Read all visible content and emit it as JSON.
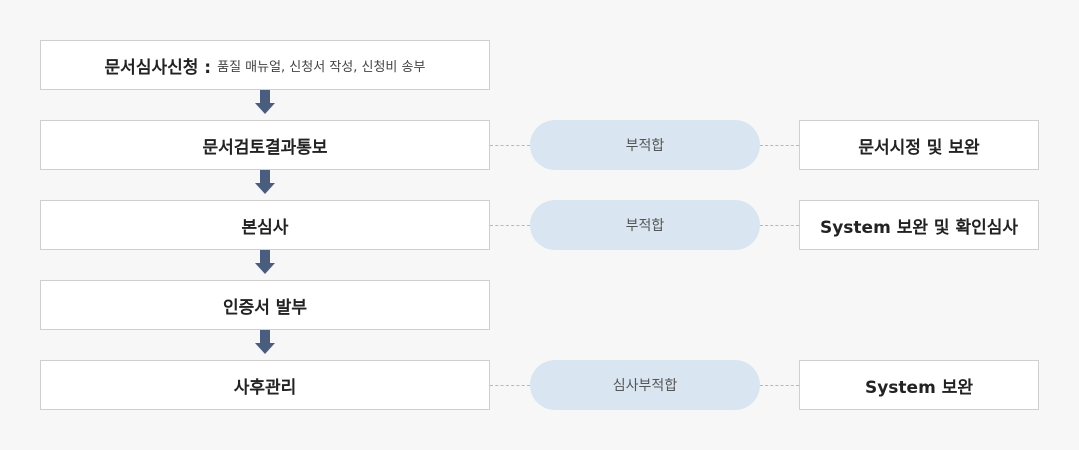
{
  "steps": [
    {
      "title": "문서심사신청 :",
      "subtitle": "품질 매뉴얼, 신청서 작성, 신청비 송부"
    },
    {
      "title": "문서검토결과통보"
    },
    {
      "title": "본심사"
    },
    {
      "title": "인증서 발부"
    },
    {
      "title": "사후관리"
    }
  ],
  "branches": [
    {
      "condition": "부적합",
      "action": "문서시정 및 보완"
    },
    {
      "condition": "부적합",
      "action": "System 보완 및 확인심사"
    },
    {
      "condition": "심사부적합",
      "action": "System 보완"
    }
  ],
  "colors": {
    "arrow": "#4a5d7e",
    "pill": "#d9e6f1",
    "border": "#cfcfcf",
    "background": "#f7f7f7"
  }
}
